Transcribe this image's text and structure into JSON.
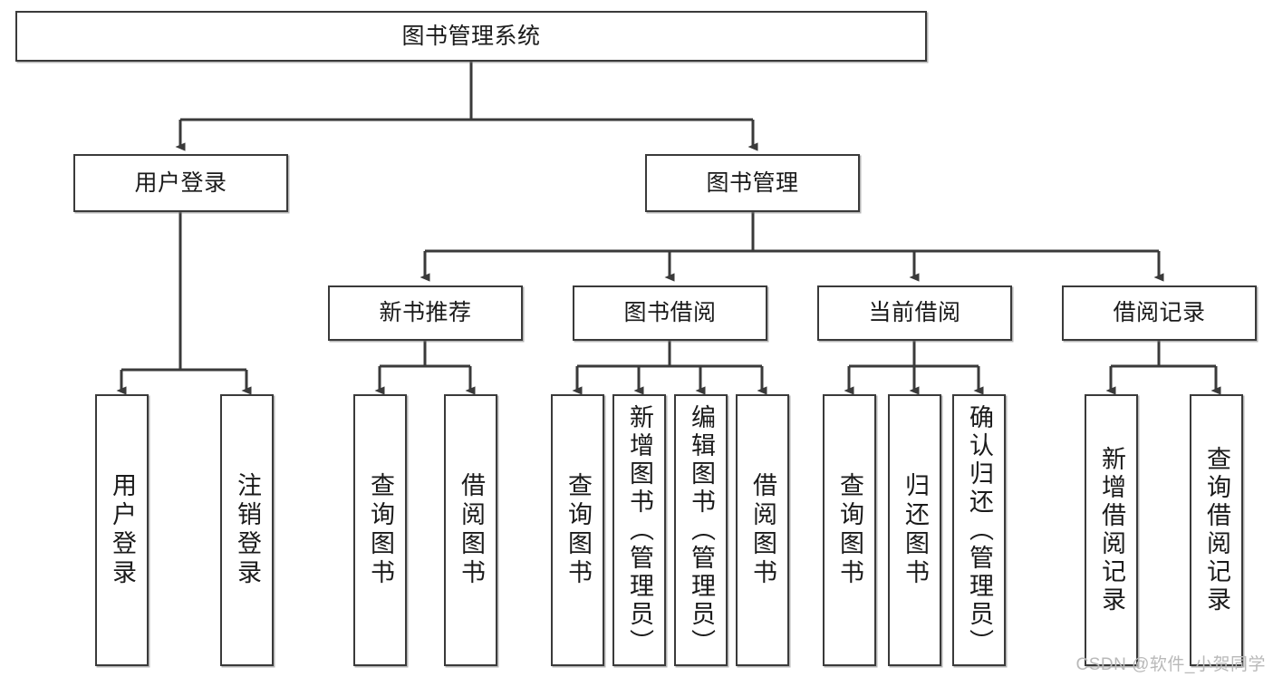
{
  "diagram": {
    "title": "图书管理系统",
    "type": "tree",
    "root": {
      "label": "图书管理系统"
    },
    "level1": [
      {
        "label": "用户登录"
      },
      {
        "label": "图书管理"
      }
    ],
    "level2": [
      {
        "label": "新书推荐"
      },
      {
        "label": "图书借阅"
      },
      {
        "label": "当前借阅"
      },
      {
        "label": "借阅记录"
      }
    ],
    "leaves": {
      "user_login": [
        {
          "label": "用户登录"
        },
        {
          "label": "注销登录"
        }
      ],
      "new_book_recommend": [
        {
          "label": "查询图书"
        },
        {
          "label": "借阅图书"
        }
      ],
      "book_borrow": [
        {
          "label": "查询图书"
        },
        {
          "label": "新增图书（管理员）"
        },
        {
          "label": "编辑图书（管理员）"
        },
        {
          "label": "借阅图书"
        }
      ],
      "current_borrow": [
        {
          "label": "查询图书"
        },
        {
          "label": "归还图书"
        },
        {
          "label": "确认归还（管理员）"
        }
      ],
      "borrow_record": [
        {
          "label": "新增借阅记录"
        },
        {
          "label": "查询借阅记录"
        }
      ]
    }
  },
  "watermark": {
    "text": "CSDN @软件_小贺同学"
  },
  "colors": {
    "stroke": "#3a3a3a",
    "fill": "#ffffff",
    "text": "#1a1a1a",
    "watermark": "#b9b9b9"
  }
}
